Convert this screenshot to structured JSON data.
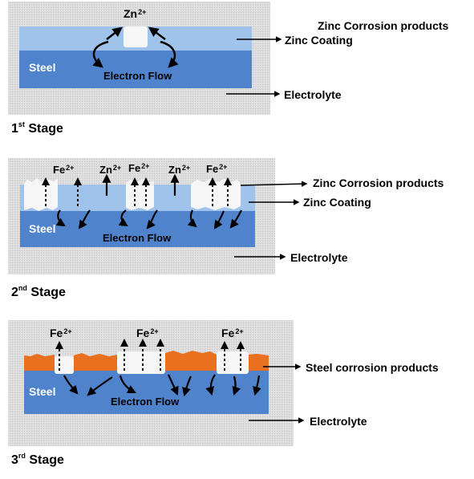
{
  "colors": {
    "electrolyte": "#dcdcdc",
    "zinc_coating": "#9fc3ea",
    "steel": "#4f84cc",
    "steel_corrosion_products": "#e8701e",
    "zinc_corrosion_products": "#f6f6f6"
  },
  "stage1": {
    "ion": {
      "symbol": "Zn",
      "charge": "2+"
    },
    "labels": {
      "zinc_corrosion_products": "Zinc Corrosion products",
      "zinc_coating": "Zinc Coating",
      "steel": "Steel",
      "electron_flow": "Electron Flow",
      "electrolyte": "Electrolyte"
    },
    "caption": {
      "number": "1",
      "suffix": "st",
      "word": "Stage"
    }
  },
  "stage2": {
    "ions": [
      {
        "symbol": "Fe",
        "charge": "2+"
      },
      {
        "symbol": "Zn",
        "charge": "2+"
      },
      {
        "symbol": "Fe",
        "charge": "2+"
      },
      {
        "symbol": "Zn",
        "charge": "2+"
      },
      {
        "symbol": "Fe",
        "charge": "2+"
      }
    ],
    "labels": {
      "zinc_corrosion_products": "Zinc Corrosion products",
      "zinc_coating": "Zinc Coating",
      "steel": "Steel",
      "electron_flow": "Electron Flow",
      "electrolyte": "Electrolyte"
    },
    "caption": {
      "number": "2",
      "suffix": "nd",
      "word": "Stage"
    }
  },
  "stage3": {
    "ions": [
      {
        "symbol": "Fe",
        "charge": "2+"
      },
      {
        "symbol": "Fe",
        "charge": "2+"
      },
      {
        "symbol": "Fe",
        "charge": "2+"
      }
    ],
    "labels": {
      "steel_corrosion_products": "Steel corrosion products",
      "steel": "Steel",
      "electron_flow": "Electron Flow",
      "electrolyte": "Electrolyte"
    },
    "caption": {
      "number": "3",
      "suffix": "rd",
      "word": "Stage"
    }
  }
}
